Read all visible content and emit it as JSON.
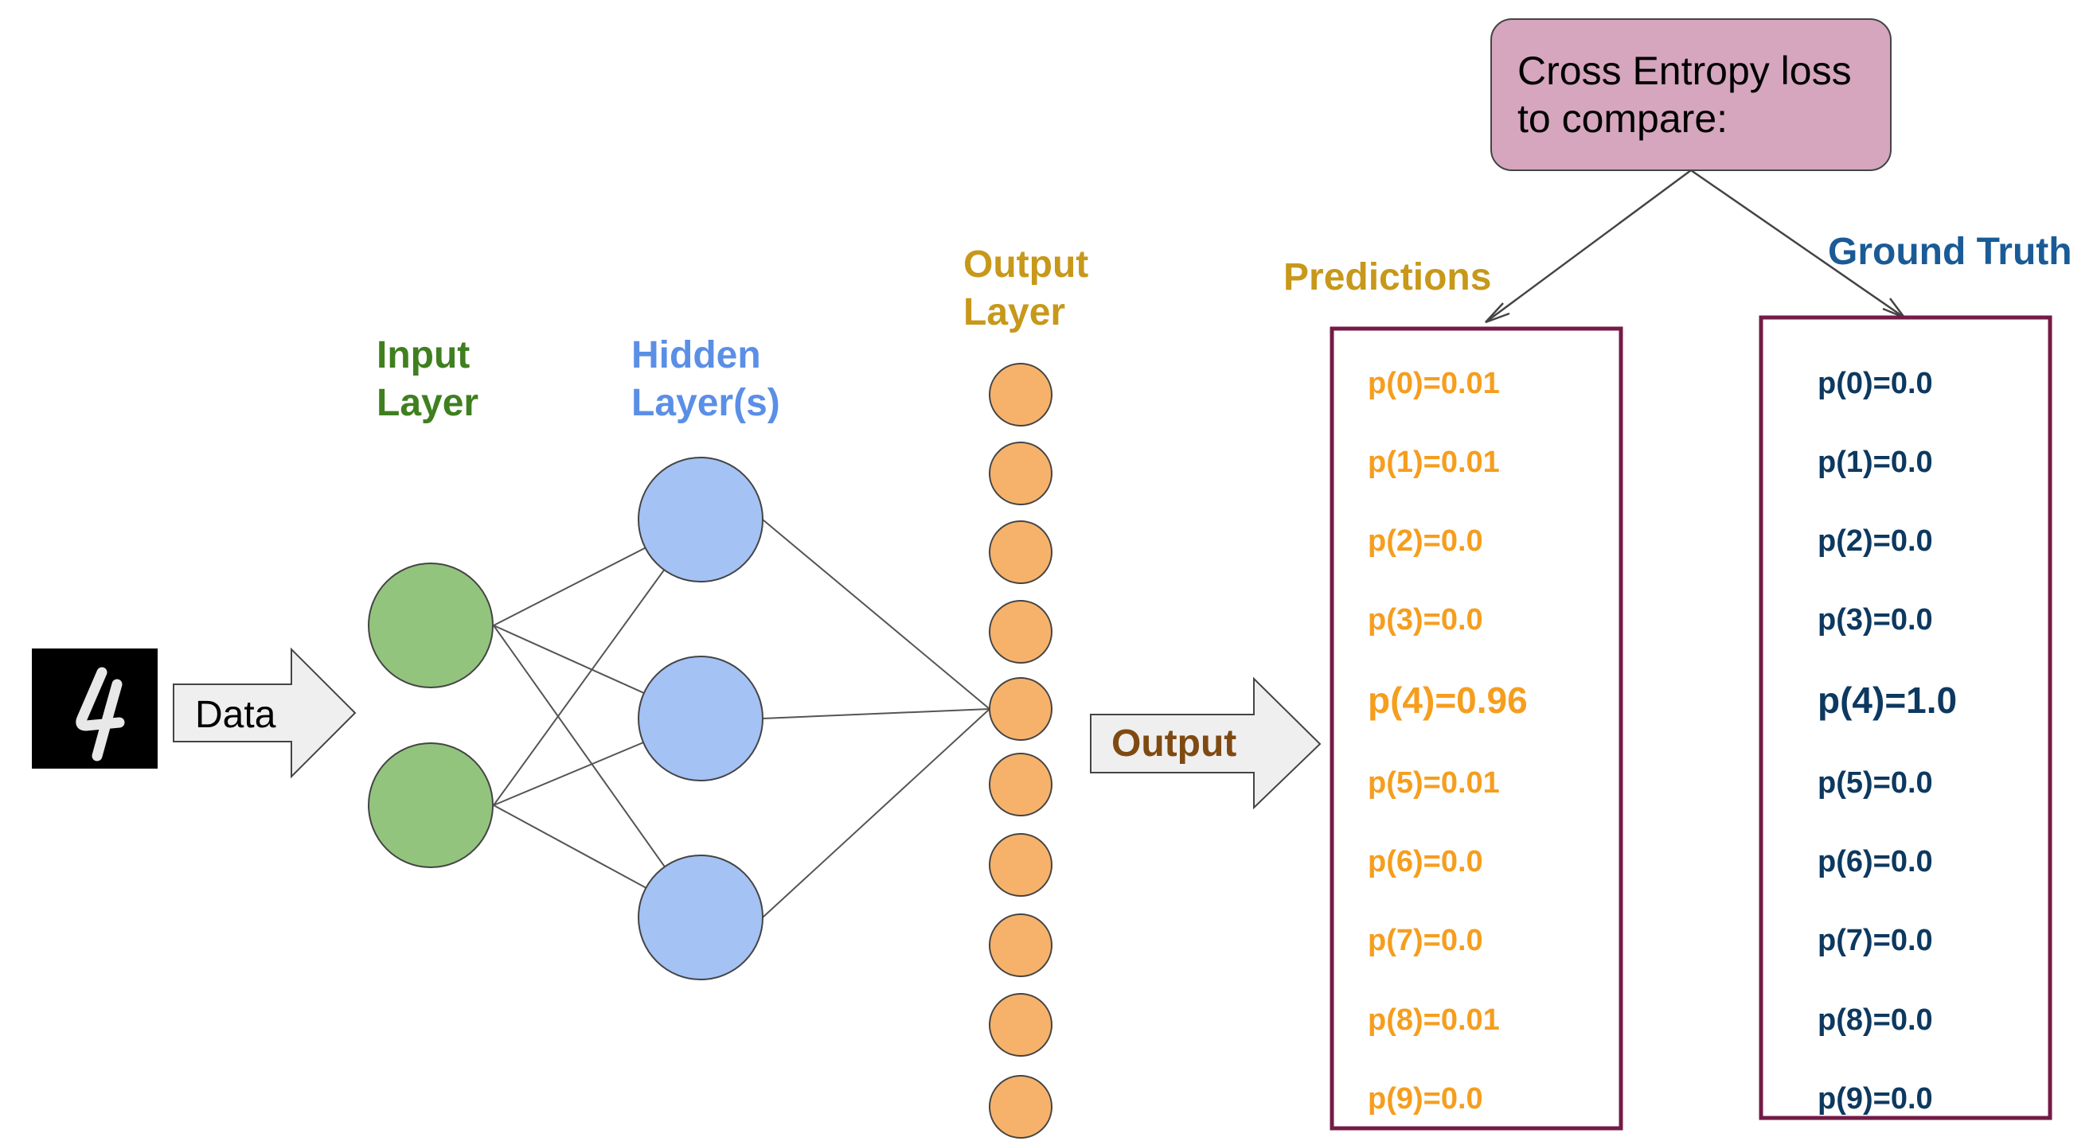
{
  "input_image": {
    "digit": "4"
  },
  "data_arrow": {
    "label": "Data"
  },
  "input_layer": {
    "title_line1": "Input",
    "title_line2": "Layer",
    "color": "#3f7f1f"
  },
  "hidden_layer": {
    "title_line1": "Hidden",
    "title_line2": "Layer(s)",
    "color": "#5b8fe6"
  },
  "output_layer": {
    "title_line1": "Output",
    "title_line2": "Layer",
    "color": "#c7981a"
  },
  "output_arrow": {
    "label": "Output",
    "color": "#7f4a12"
  },
  "loss_box": {
    "line1": "Cross Entropy loss",
    "line2": "to compare:",
    "fill": "#d5a6bd"
  },
  "predictions": {
    "title": "Predictions",
    "color": "#f59e1e",
    "items": [
      "p(0)=0.01",
      "p(1)=0.01",
      "p(2)=0.0",
      "p(3)=0.0",
      "p(4)=0.96",
      "p(5)=0.01",
      "p(6)=0.0",
      "p(7)=0.0",
      "p(8)=0.01",
      "p(9)=0.0"
    ]
  },
  "ground_truth": {
    "title": "Ground Truth",
    "title_color": "#1a5b96",
    "color": "#0d3960",
    "items": [
      "p(0)=0.0",
      "p(1)=0.0",
      "p(2)=0.0",
      "p(3)=0.0",
      "p(4)=1.0",
      "p(5)=0.0",
      "p(6)=0.0",
      "p(7)=0.0",
      "p(8)=0.0",
      "p(9)=0.0"
    ]
  },
  "colors": {
    "input_node": "#93c47d",
    "hidden_node": "#a4c2f4",
    "output_node": "#f6b26b",
    "box_border": "#741b47",
    "arrow_fill": "#efefef"
  }
}
